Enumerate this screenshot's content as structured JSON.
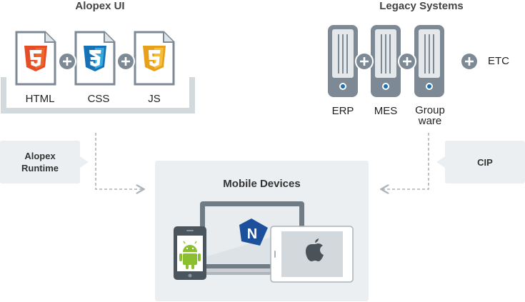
{
  "alopex_ui": {
    "title": "Alopex UI",
    "files": [
      "HTML",
      "CSS",
      "JS"
    ],
    "file_icons": [
      "html5-icon",
      "css3-icon",
      "js-icon"
    ],
    "colors": {
      "html": "#e44d26",
      "css": "#1a8ed0",
      "js": "#f0a91d"
    }
  },
  "legacy": {
    "title": "Legacy Systems",
    "systems": [
      "ERP",
      "MES",
      "Group\nware"
    ],
    "extra": "ETC"
  },
  "runtime": {
    "label": "Alopex\nRuntime"
  },
  "cip": {
    "label": "CIP"
  },
  "mobile": {
    "title": "Mobile Devices",
    "logo_letter": "N",
    "devices": [
      "android-phone",
      "laptop",
      "apple-tablet"
    ]
  },
  "colors": {
    "accent_gray": "#7d8a95",
    "panel_bg": "#eceff1",
    "logo_blue": "#1c4f9c"
  }
}
